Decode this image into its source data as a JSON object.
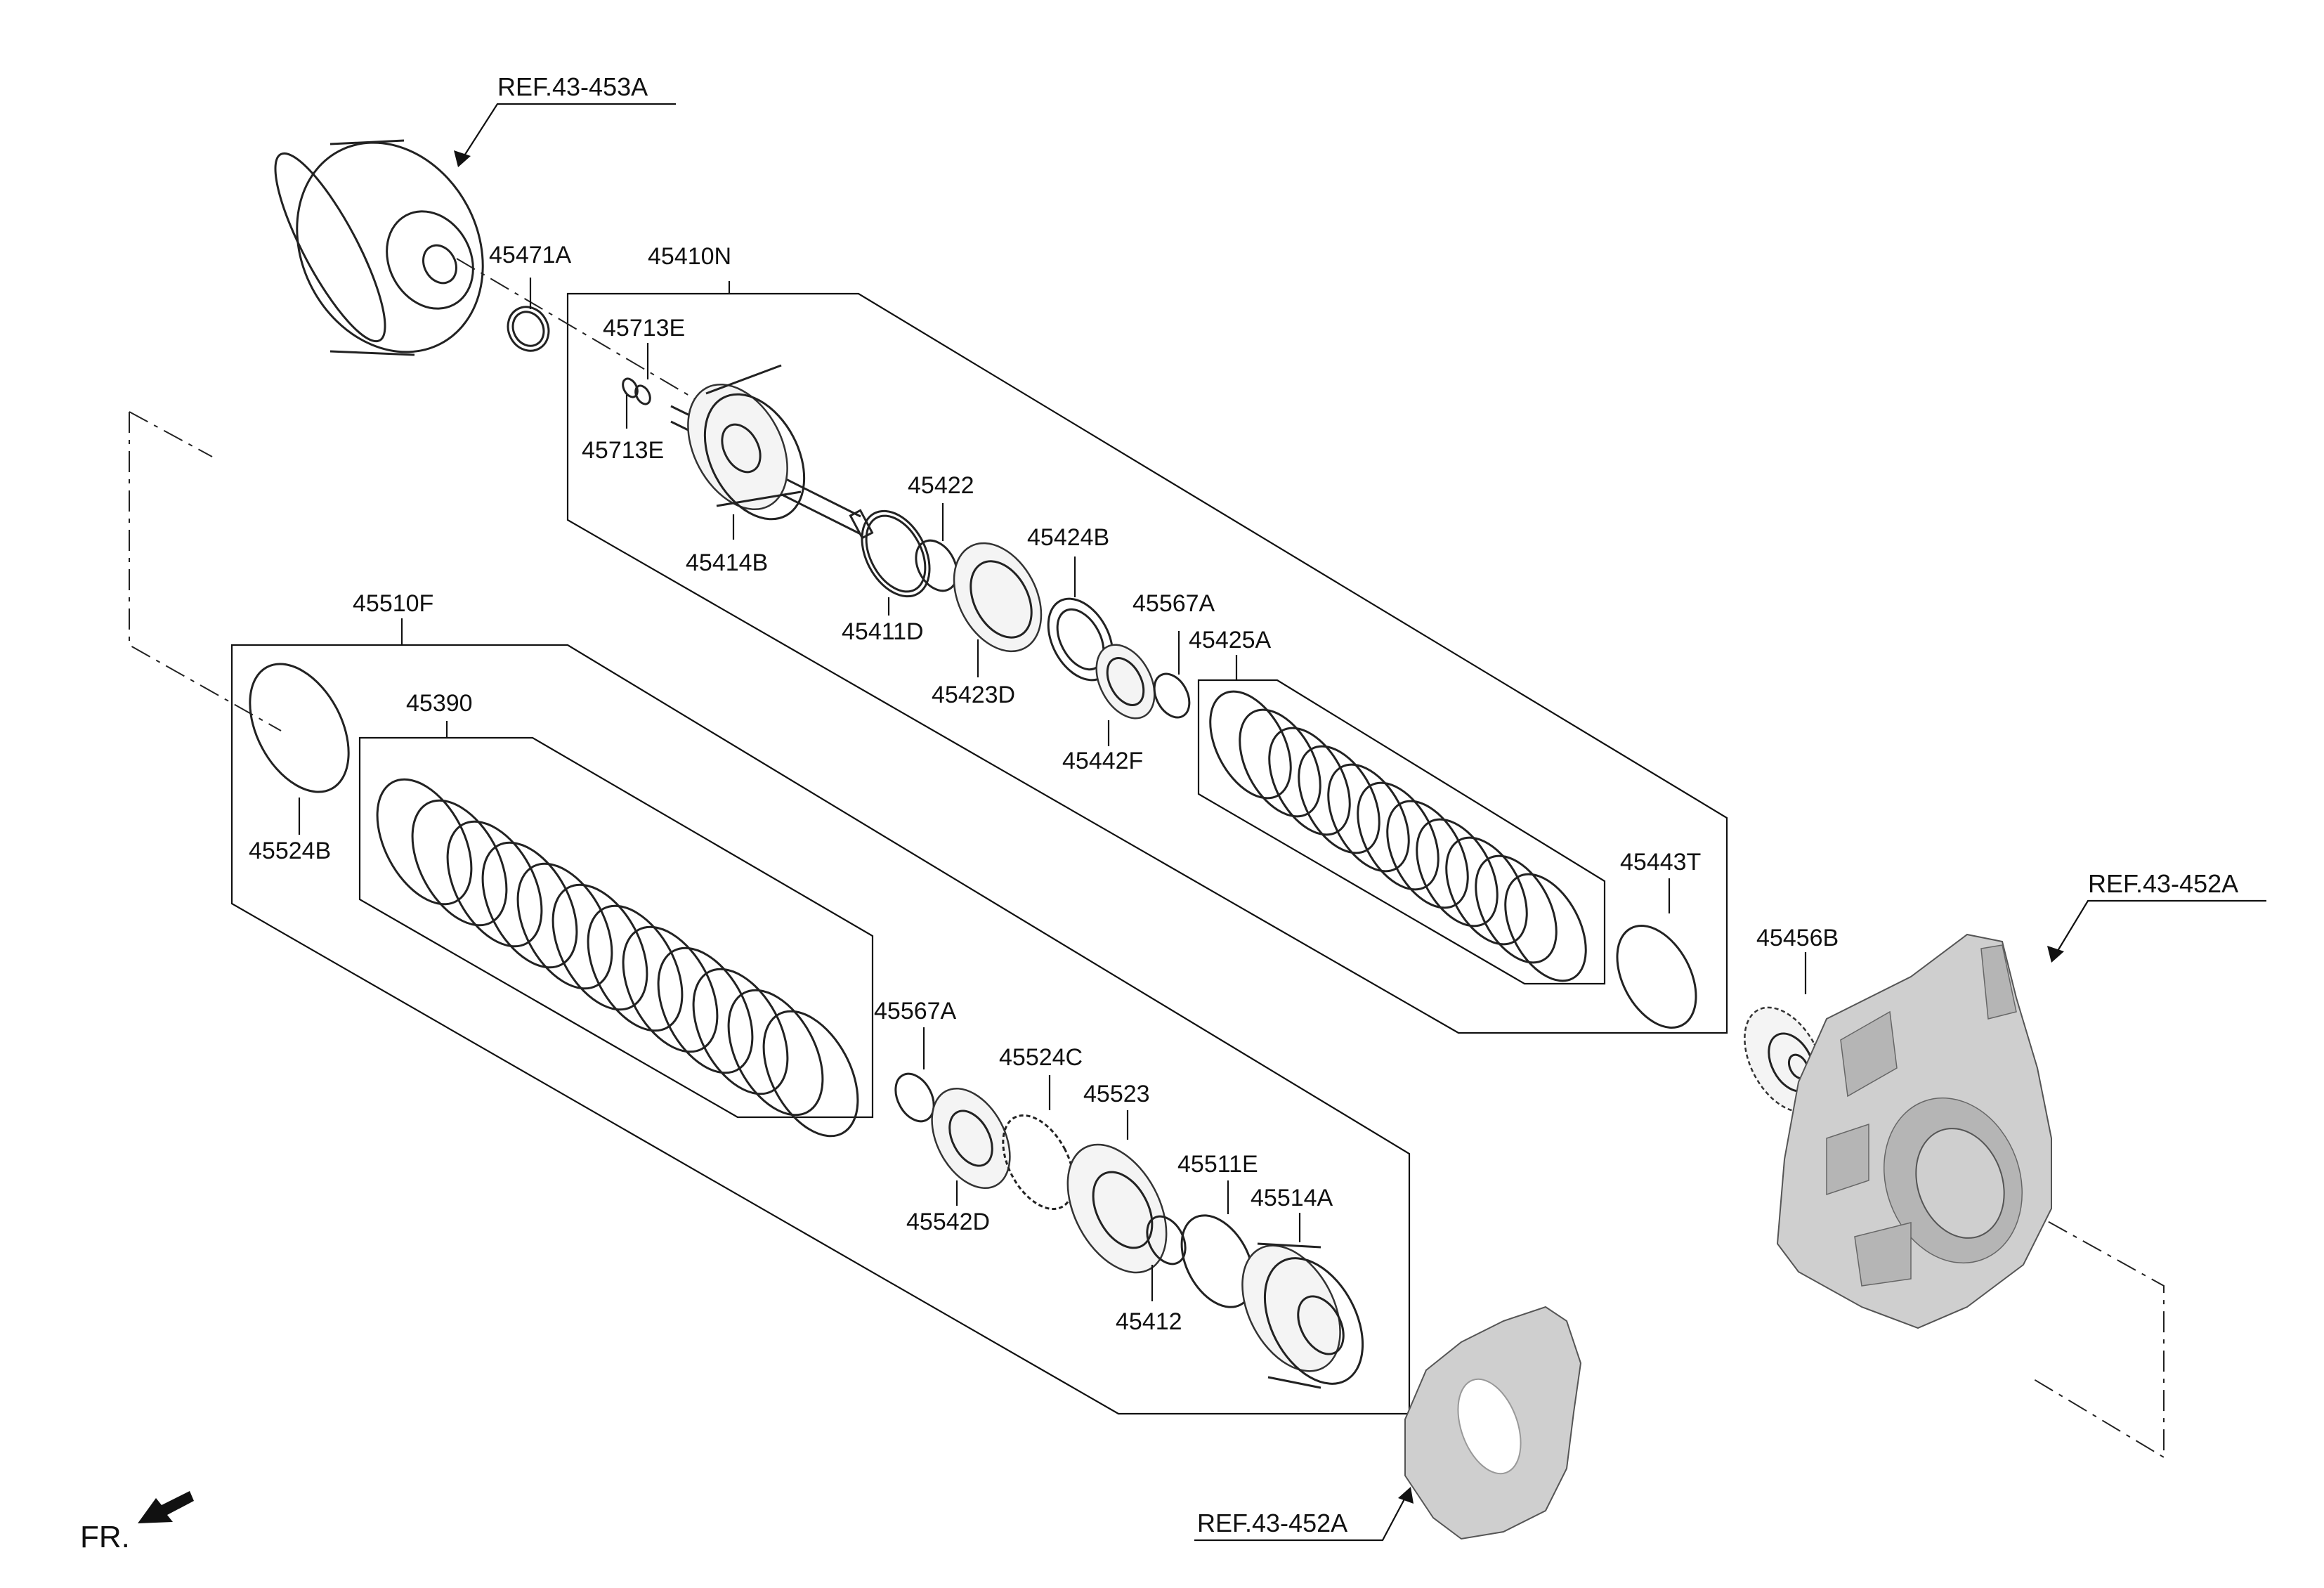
{
  "labels": {
    "ref_453a": "REF.43-453A",
    "ref_452a_top": "REF.43-452A",
    "ref_452a_bottom": "REF.43-452A",
    "p45471A": "45471A",
    "p45410N": "45410N",
    "p45713E_top": "45713E",
    "p45713E_bottom": "45713E",
    "p45414B": "45414B",
    "p45422": "45422",
    "p45411D": "45411D",
    "p45424B": "45424B",
    "p45423D": "45423D",
    "p45567A_top": "45567A",
    "p45425A": "45425A",
    "p45442F": "45442F",
    "p45443T": "45443T",
    "p45456B": "45456B",
    "p45510F": "45510F",
    "p45390": "45390",
    "p45524B": "45524B",
    "p45567A_bottom": "45567A",
    "p45524C": "45524C",
    "p45523": "45523",
    "p45511E": "45511E",
    "p45514A": "45514A",
    "p45542D": "45542D",
    "p45412": "45412",
    "fr": "FR."
  }
}
